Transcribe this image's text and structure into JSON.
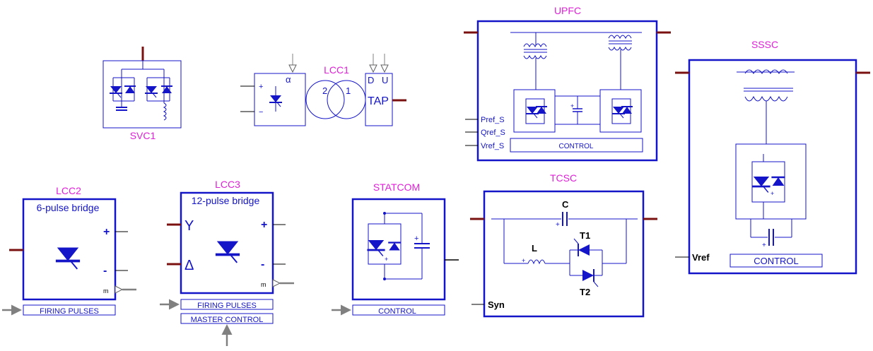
{
  "colors": {
    "block_border": "#1414c8",
    "component": "#1414c8",
    "title": "#e020d8",
    "terminal": "#7a1010",
    "wire": "#000000",
    "signal_arrow": "#808080"
  },
  "svc1": {
    "title": "SVC1"
  },
  "lcc1": {
    "title": "LCC1",
    "alpha": "α",
    "plus": "+",
    "minus": "−",
    "winding_2": "2",
    "winding_1": "1",
    "tap_d": "D",
    "tap_u": "U",
    "tap": "TAP"
  },
  "upfc": {
    "title": "UPFC",
    "inputs": [
      "Pref_S",
      "Qref_S",
      "Vref_S"
    ],
    "control": "CONTROL",
    "cap_plus": "+"
  },
  "sssc": {
    "title": "SSSC",
    "vref": "Vref",
    "control": "CONTROL",
    "cap_plus": "+",
    "plus": "+"
  },
  "lcc2": {
    "title": "LCC2",
    "subtitle": "6-pulse bridge",
    "plus": "+",
    "minus": "-",
    "m": "m",
    "firing": "FIRING PULSES"
  },
  "lcc3": {
    "title": "LCC3",
    "subtitle": "12-pulse bridge",
    "y": "Y",
    "delta": "Δ",
    "plus": "+",
    "minus": "-",
    "m": "m",
    "firing": "FIRING PULSES",
    "master": "MASTER CONTROL"
  },
  "statcom": {
    "title": "STATCOM",
    "control": "CONTROL",
    "cap_plus": "+",
    "plus": "+"
  },
  "tcsc": {
    "title": "TCSC",
    "c": "C",
    "l": "L",
    "t1": "T1",
    "t2": "T2",
    "syn": "Syn",
    "plus": "+"
  }
}
